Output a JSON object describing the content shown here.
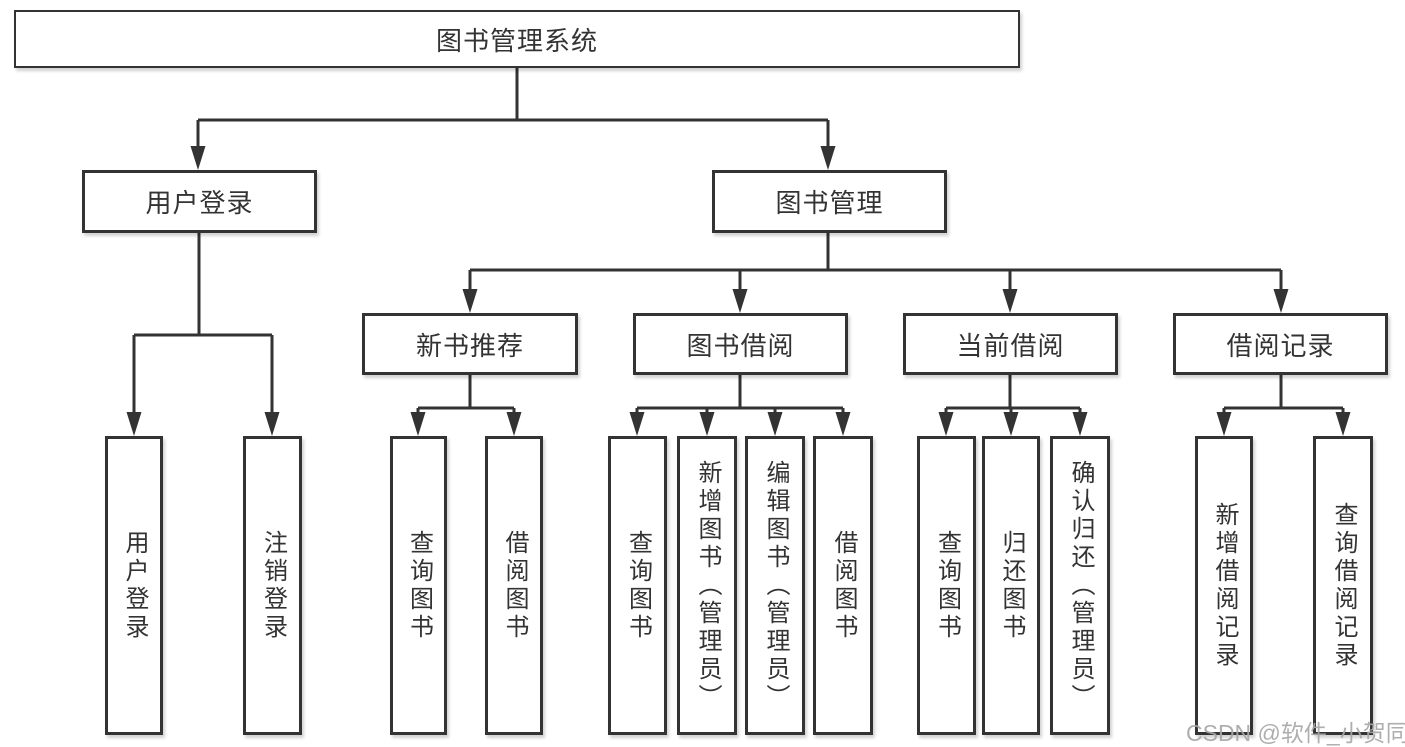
{
  "colors": {
    "line": "#333333",
    "text": "#333333",
    "watermark": "#a8a8a8",
    "background": "#ffffff"
  },
  "root": {
    "label": "图书管理系统"
  },
  "branches": {
    "user_login": {
      "label": "用户登录",
      "children": [
        "用户登录",
        "注销登录"
      ]
    },
    "book_mgmt": {
      "label": "图书管理"
    }
  },
  "sections": {
    "new_books": {
      "label": "新书推荐",
      "children": [
        "查询图书",
        "借阅图书"
      ]
    },
    "book_borrow": {
      "label": "图书借阅",
      "children": [
        "查询图书",
        "新增图书（管理员）",
        "编辑图书（管理员）",
        "借阅图书"
      ]
    },
    "current_borrow": {
      "label": "当前借阅",
      "children": [
        "查询图书",
        "归还图书",
        "确认归还（管理员）"
      ]
    },
    "borrow_records": {
      "label": "借阅记录",
      "children": [
        "新增借阅记录",
        "查询借阅记录"
      ]
    }
  },
  "watermark": "CSDN @软件_小贺同学"
}
